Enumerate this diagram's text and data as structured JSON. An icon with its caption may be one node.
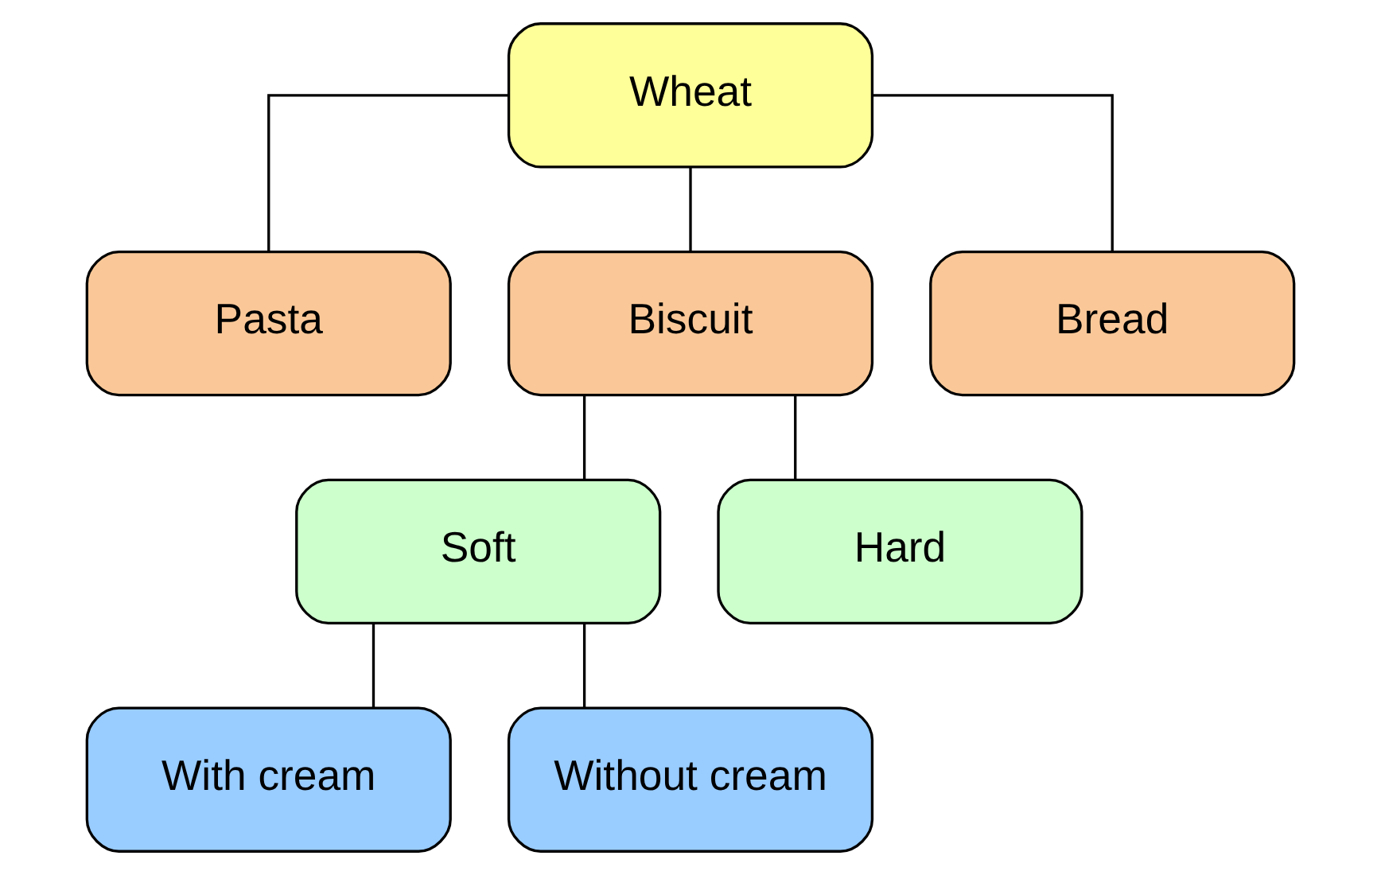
{
  "diagram": {
    "nodes": [
      {
        "text": [
          "Wheat"
        ]
      },
      {
        "text": [
          "Pasta"
        ]
      },
      {
        "text": [
          "Biscuit"
        ]
      },
      {
        "text": [
          "Bread"
        ]
      },
      {
        "text": [
          "Soft"
        ]
      },
      {
        "text": [
          "Hard"
        ]
      },
      {
        "text": [
          "With cream"
        ]
      },
      {
        "text": [
          "Without cream"
        ]
      }
    ],
    "edges": [
      {
        "from": 0,
        "to": 1,
        "arrow": "none"
      },
      {
        "from": 0,
        "to": 2,
        "arrow": "none"
      },
      {
        "from": 0,
        "to": 3,
        "arrow": "none"
      },
      {
        "from": 2,
        "to": 4,
        "arrow": "none"
      },
      {
        "from": 2,
        "to": 5,
        "arrow": "none"
      },
      {
        "from": 4,
        "to": 6,
        "arrow": "none"
      },
      {
        "from": 4,
        "to": 7,
        "arrow": "none"
      }
    ]
  }
}
